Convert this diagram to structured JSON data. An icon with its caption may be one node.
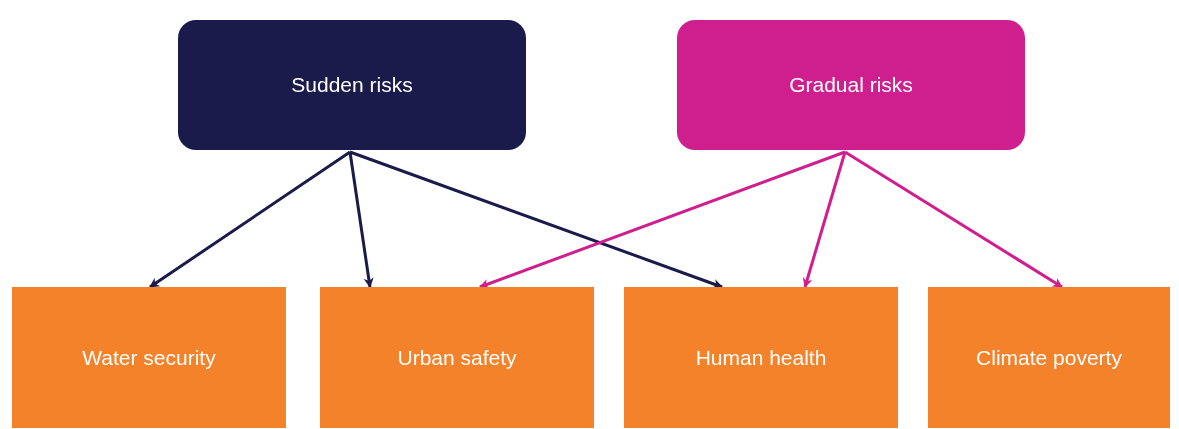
{
  "diagram": {
    "nodes": [
      {
        "text": [
          "Sudden risks"
        ]
      },
      {
        "text": [
          "Gradual risks"
        ]
      },
      {
        "text": [
          "Water security"
        ]
      },
      {
        "text": [
          "Urban safety"
        ]
      },
      {
        "text": [
          "Human health"
        ]
      },
      {
        "text": [
          "Climate poverty"
        ]
      }
    ],
    "edges": [
      {
        "from": 0,
        "to": 2,
        "arrow": "to",
        "color": "#1a1a4b"
      },
      {
        "from": 0,
        "to": 3,
        "arrow": "to",
        "color": "#1a1a4b"
      },
      {
        "from": 0,
        "to": 4,
        "arrow": "to",
        "color": "#1a1a4b"
      },
      {
        "from": 1,
        "to": 3,
        "arrow": "to",
        "color": "#cf1f8f"
      },
      {
        "from": 1,
        "to": 4,
        "arrow": "to",
        "color": "#cf1f8f"
      },
      {
        "from": 1,
        "to": 5,
        "arrow": "to",
        "color": "#cf1f8f"
      }
    ]
  }
}
